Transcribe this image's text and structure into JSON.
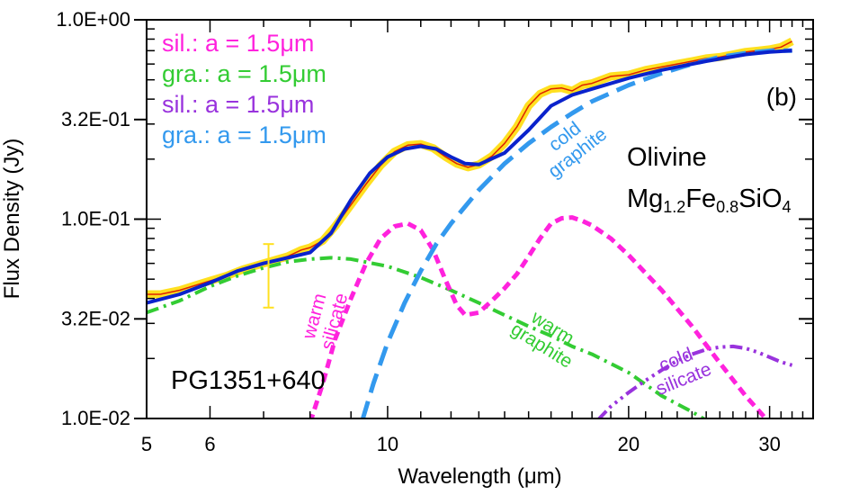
{
  "chart_data": {
    "type": "line",
    "xscale": "log",
    "yscale": "log",
    "xlim": [
      5,
      34
    ],
    "ylim": [
      0.01,
      1.0
    ],
    "xlabel": "Wavelength (μm)",
    "ylabel": "Flux Density (Jy)",
    "x_ticks": [
      {
        "v": 5,
        "label": "5"
      },
      {
        "v": 6,
        "label": "6"
      },
      {
        "v": 10,
        "label": "10"
      },
      {
        "v": 20,
        "label": "20"
      },
      {
        "v": 30,
        "label": "30"
      }
    ],
    "y_ticks": [
      {
        "v": 1.0,
        "label": "1.0E+00"
      },
      {
        "v": 0.316,
        "label": "3.2E-01"
      },
      {
        "v": 0.1,
        "label": "1.0E-01"
      },
      {
        "v": 0.0316,
        "label": "3.2E-02"
      },
      {
        "v": 0.01,
        "label": "1.0E-02"
      }
    ],
    "legend": [
      {
        "text": "sil.:  a = 1.5μm",
        "color": "#ff22dd"
      },
      {
        "text": "gra.:  a = 1.5μm",
        "color": "#33cc33"
      },
      {
        "text": "sil.:  a = 1.5μm",
        "color": "#9933dd"
      },
      {
        "text": "gra.:  a = 1.5μm",
        "color": "#3399ee"
      }
    ],
    "panel_label": "(b)",
    "object_name": "PG1351+640",
    "material": {
      "name": "Olivine",
      "formula_parts": [
        {
          "t": "Mg",
          "sub": false
        },
        {
          "t": "1.2",
          "sub": true
        },
        {
          "t": "Fe",
          "sub": false
        },
        {
          "t": "0.8",
          "sub": true
        },
        {
          "t": "SiO",
          "sub": false
        },
        {
          "t": "4",
          "sub": true
        }
      ]
    },
    "annotations": {
      "cold_graphite": [
        "cold",
        "graphite"
      ],
      "warm_silicate": [
        "warm",
        "silicate"
      ],
      "warm_graphite": [
        "warm",
        "graphite"
      ],
      "cold_silicate": [
        "cold",
        "silicate"
      ]
    },
    "colors": {
      "observed_fill": "#ffe020",
      "observed_line": "#dd2200",
      "total_model": "#0a22cc",
      "warm_silicate": "#ff22dd",
      "warm_graphite": "#33cc33",
      "cold_silicate": "#9933dd",
      "cold_graphite": "#3399ee",
      "error_bar": "#ffe020"
    },
    "series": [
      {
        "key": "observed",
        "x": [
          5.0,
          5.2,
          5.5,
          5.8,
          6.0,
          6.3,
          6.6,
          6.9,
          7.2,
          7.5,
          7.8,
          8.0,
          8.3,
          8.6,
          9.0,
          9.4,
          9.8,
          10.2,
          10.6,
          11.0,
          11.4,
          11.8,
          12.2,
          12.6,
          13.0,
          13.5,
          14.0,
          14.5,
          15.0,
          15.5,
          16.0,
          16.5,
          17.0,
          17.5,
          18.0,
          19.0,
          20.0,
          21.0,
          22.0,
          23.0,
          24.0,
          25.0,
          26.0,
          27.0,
          28.0,
          29.0,
          30.0,
          31.0,
          32.0
        ],
        "y": [
          0.042,
          0.042,
          0.044,
          0.047,
          0.049,
          0.052,
          0.056,
          0.059,
          0.062,
          0.065,
          0.07,
          0.072,
          0.078,
          0.092,
          0.118,
          0.15,
          0.186,
          0.218,
          0.235,
          0.238,
          0.227,
          0.206,
          0.19,
          0.182,
          0.188,
          0.207,
          0.24,
          0.29,
          0.37,
          0.425,
          0.45,
          0.455,
          0.44,
          0.47,
          0.48,
          0.52,
          0.53,
          0.56,
          0.58,
          0.6,
          0.62,
          0.64,
          0.65,
          0.67,
          0.69,
          0.7,
          0.71,
          0.73,
          0.78
        ]
      },
      {
        "key": "total_model",
        "x": [
          5.0,
          5.5,
          6.0,
          6.5,
          7.0,
          7.5,
          8.0,
          8.5,
          9.0,
          9.5,
          10.0,
          10.5,
          11.0,
          11.5,
          12.0,
          12.5,
          13.0,
          14.0,
          15.0,
          16.0,
          17.0,
          18.0,
          20.0,
          22.0,
          25.0,
          28.0,
          30.0,
          32.0
        ],
        "y": [
          0.038,
          0.042,
          0.048,
          0.055,
          0.06,
          0.064,
          0.068,
          0.085,
          0.125,
          0.17,
          0.205,
          0.225,
          0.232,
          0.225,
          0.205,
          0.19,
          0.188,
          0.215,
          0.28,
          0.37,
          0.42,
          0.45,
          0.51,
          0.56,
          0.62,
          0.67,
          0.69,
          0.7
        ]
      },
      {
        "key": "warm_silicate",
        "x": [
          8.0,
          8.3,
          8.6,
          9.0,
          9.4,
          9.8,
          10.2,
          10.6,
          11.0,
          11.4,
          11.8,
          12.2,
          12.5,
          13.0,
          13.5,
          14.0,
          14.5,
          15.0,
          15.5,
          16.0,
          16.5,
          17.0,
          17.5,
          18.0,
          19.0,
          20.0,
          22.0,
          24.0,
          26.0,
          28.0,
          30.0
        ],
        "y": [
          0.0095,
          0.015,
          0.025,
          0.04,
          0.06,
          0.08,
          0.092,
          0.095,
          0.088,
          0.07,
          0.05,
          0.037,
          0.033,
          0.034,
          0.039,
          0.045,
          0.053,
          0.065,
          0.08,
          0.095,
          0.101,
          0.102,
          0.098,
          0.093,
          0.08,
          0.066,
          0.044,
          0.029,
          0.019,
          0.013,
          0.0095
        ]
      },
      {
        "key": "warm_graphite",
        "x": [
          5.0,
          5.5,
          6.0,
          6.5,
          7.0,
          7.5,
          8.0,
          8.5,
          9.0,
          10.0,
          11.0,
          12.0,
          13.0,
          14.0,
          15.0,
          16.0,
          17.0,
          18.0,
          20.0,
          22.0,
          24.0,
          25.0
        ],
        "y": [
          0.034,
          0.039,
          0.046,
          0.052,
          0.057,
          0.061,
          0.063,
          0.064,
          0.063,
          0.058,
          0.051,
          0.044,
          0.038,
          0.033,
          0.029,
          0.026,
          0.023,
          0.021,
          0.017,
          0.013,
          0.0108,
          0.0098
        ]
      },
      {
        "key": "cold_silicate",
        "x": [
          18.3,
          19.0,
          20.0,
          21.0,
          22.0,
          23.0,
          24.0,
          25.0,
          26.0,
          27.0,
          28.0,
          29.0,
          30.0,
          31.0,
          32.0
        ],
        "y": [
          0.0098,
          0.0115,
          0.0135,
          0.0155,
          0.0175,
          0.0195,
          0.021,
          0.0222,
          0.0228,
          0.023,
          0.0225,
          0.0215,
          0.0203,
          0.0192,
          0.0185
        ]
      },
      {
        "key": "cold_graphite",
        "x": [
          9.3,
          9.6,
          10.0,
          10.5,
          11.0,
          11.5,
          12.0,
          13.0,
          14.0,
          15.0,
          16.0,
          17.0,
          18.0,
          20.0,
          22.0,
          24.0,
          26.0,
          28.0,
          30.0,
          32.0
        ],
        "y": [
          0.0098,
          0.015,
          0.024,
          0.038,
          0.055,
          0.075,
          0.095,
          0.14,
          0.19,
          0.24,
          0.29,
          0.34,
          0.39,
          0.47,
          0.54,
          0.6,
          0.65,
          0.68,
          0.7,
          0.7
        ]
      }
    ],
    "error_bar": {
      "x": 7.1,
      "y_low": 0.036,
      "y_high": 0.075
    }
  }
}
